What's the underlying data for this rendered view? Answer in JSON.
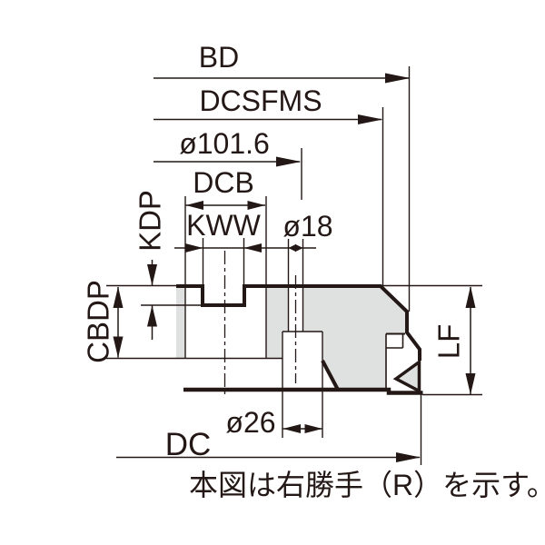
{
  "diagram": {
    "type": "technical-drawing",
    "subject": "face-mill-cutter-side-cross-section",
    "dimension_labels": {
      "bd": "BD",
      "dcsfms": "DCSFMS",
      "dia_1016": "ø101.6",
      "dcb": "DCB",
      "kww": "KWW",
      "dia_18": "ø18",
      "kdp": "KDP",
      "cbdp": "CBDP",
      "lf": "LF",
      "dia_26": "ø26",
      "dc": "DC"
    },
    "note": "本図は右勝手（R）を示す。",
    "colors": {
      "line": "#231815",
      "body_fill": "#dfe0e0",
      "background": "#ffffff"
    }
  }
}
